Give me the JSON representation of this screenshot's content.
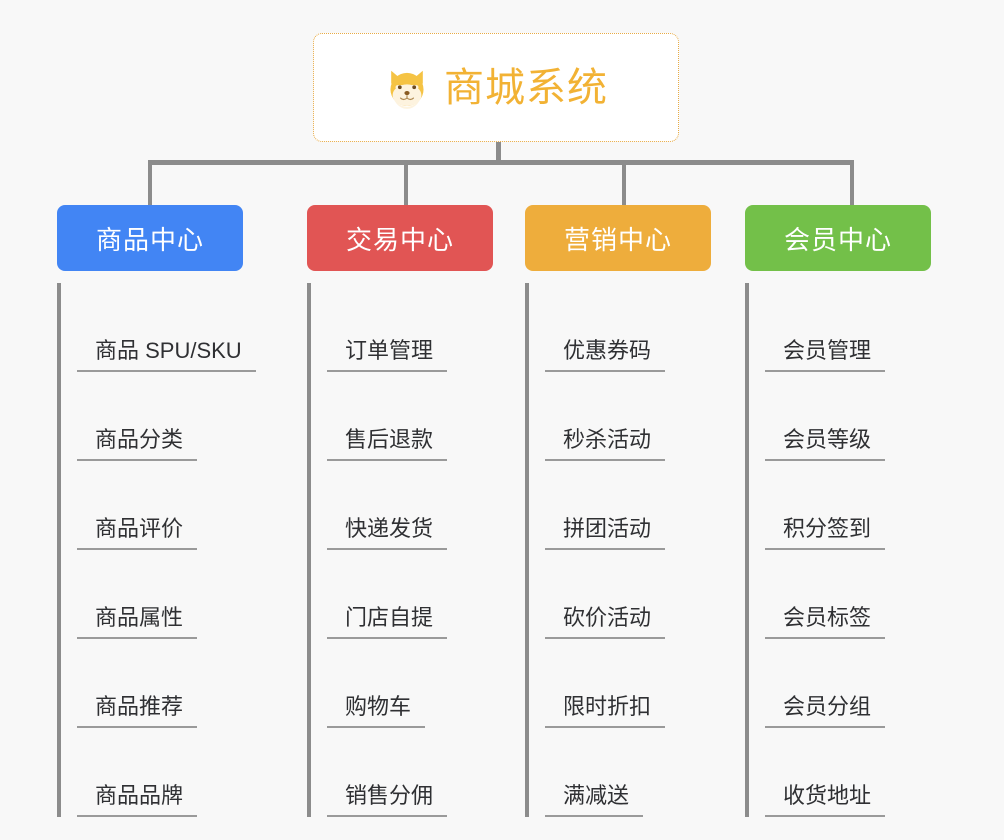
{
  "root": {
    "title": "商城系统",
    "icon": "shiba-dog-icon",
    "border_color": "#e8ab45",
    "text_color": "#f2b234",
    "background": "#ffffff"
  },
  "canvas": {
    "background": "#f8f8f8",
    "connector_color": "#8c8c8c"
  },
  "categories": [
    {
      "label": "商品中心",
      "color": "#4285f4",
      "items": [
        "商品 SPU/SKU",
        "商品分类",
        "商品评价",
        "商品属性",
        "商品推荐",
        "商品品牌"
      ]
    },
    {
      "label": "交易中心",
      "color": "#e15554",
      "items": [
        "订单管理",
        "售后退款",
        "快递发货",
        "门店自提",
        "购物车",
        "销售分佣"
      ]
    },
    {
      "label": "营销中心",
      "color": "#eead3c",
      "items": [
        "优惠券码",
        "秒杀活动",
        "拼团活动",
        "砍价活动",
        "限时折扣",
        "满减送"
      ]
    },
    {
      "label": "会员中心",
      "color": "#73c049",
      "items": [
        "会员管理",
        "会员等级",
        "积分签到",
        "会员标签",
        "会员分组",
        "收货地址"
      ]
    }
  ]
}
